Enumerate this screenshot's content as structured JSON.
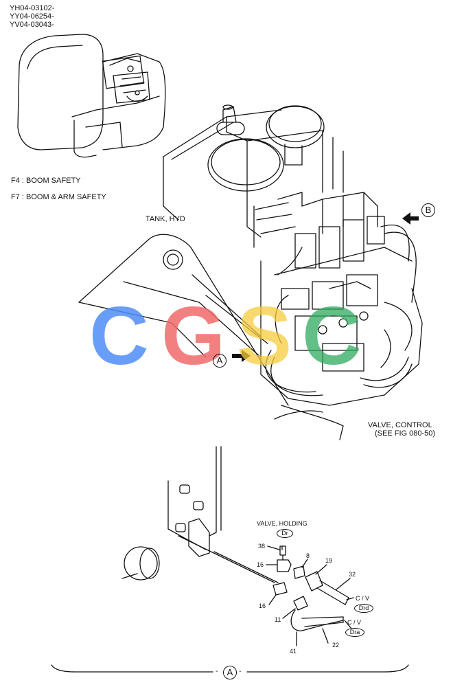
{
  "serials": [
    "YH04-03102-",
    "YY04-06254-",
    "YV04-03043-"
  ],
  "notes": [
    "F4 : BOOM SAFETY",
    "F7 : BOOM & ARM SAFETY"
  ],
  "labels": {
    "tank": "TANK, HYD",
    "valve_control_1": "VALVE, CONTROL",
    "valve_control_2": "(SEE FIG 080-50)",
    "valve_holding": "VALVE, HOLDING",
    "dr": "Dr",
    "cv1": "C / V",
    "drd": "Drd",
    "cv2": "C / V",
    "dra": "Dra",
    "view_a": "A",
    "view_b": "B",
    "section_a": "A"
  },
  "part_numbers": {
    "p38": "38",
    "p16a": "16",
    "p8": "8",
    "p19": "19",
    "p32": "32",
    "p16b": "16",
    "p11": "11",
    "p41": "41",
    "p22": "22"
  },
  "watermark": {
    "letters": [
      "C",
      "G",
      "S",
      "C"
    ],
    "colors": [
      "#4f8ef7",
      "#f26b6b",
      "#f7cb3d",
      "#2eaa5e"
    ]
  }
}
